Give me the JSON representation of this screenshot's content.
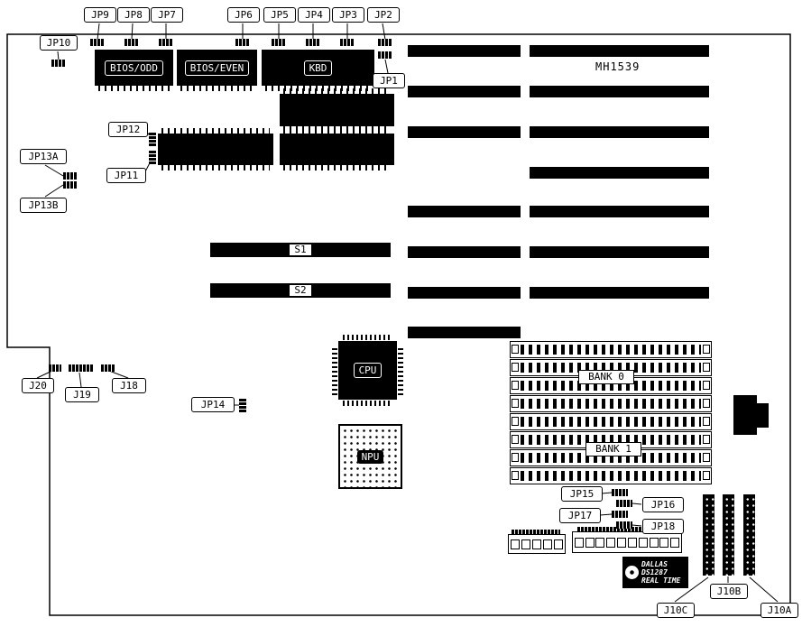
{
  "board": {
    "model": "MH1539"
  },
  "labels": {
    "jp1": "JP1",
    "jp2": "JP2",
    "jp3": "JP3",
    "jp4": "JP4",
    "jp5": "JP5",
    "jp6": "JP6",
    "jp7": "JP7",
    "jp8": "JP8",
    "jp9": "JP9",
    "jp10": "JP10",
    "jp11": "JP11",
    "jp12": "JP12",
    "jp13a": "JP13A",
    "jp13b": "JP13B",
    "jp14": "JP14",
    "jp15": "JP15",
    "jp16": "JP16",
    "jp17": "JP17",
    "jp18": "JP18",
    "j18": "J18",
    "j19": "J19",
    "j20": "J20",
    "j10a": "J10A",
    "j10b": "J10B",
    "j10c": "J10C"
  },
  "chips": {
    "bios_odd": "BIOS/ODD",
    "bios_even": "BIOS/EVEN",
    "kbd": "KBD",
    "cpu": "CPU",
    "npu": "NPU"
  },
  "switches": {
    "s1": "S1",
    "s2": "S2"
  },
  "memory": {
    "bank0": "BANK 0",
    "bank1": "BANK 1"
  },
  "rtc": {
    "line1": "DALLAS",
    "line2": "DS1287",
    "line3": "REAL TIME"
  }
}
